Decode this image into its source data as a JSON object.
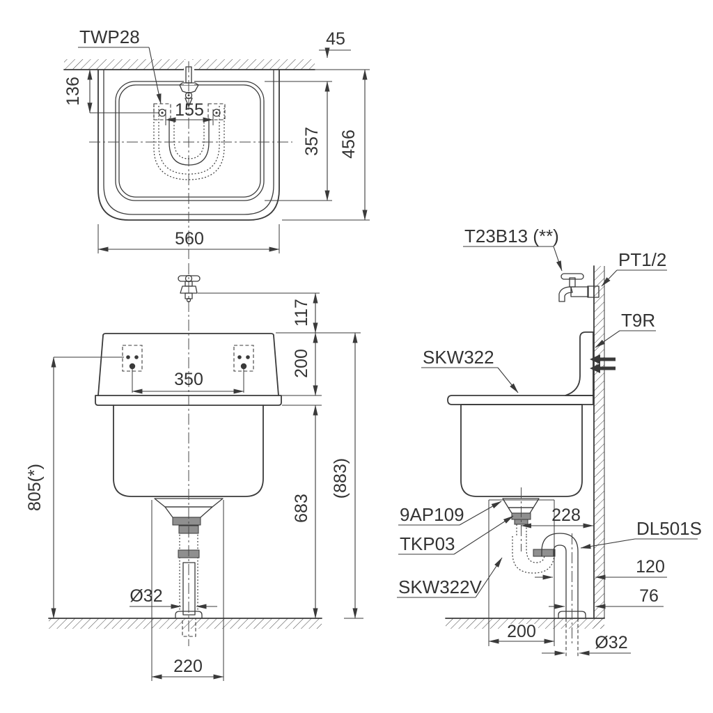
{
  "colors": {
    "line": "#3a3a3a",
    "text": "#333333",
    "background": "#ffffff"
  },
  "plan_view": {
    "label_faucet_model": "TWP28",
    "dim_wall_thickness": "45",
    "dim_hole_offset": "136",
    "dim_hole_spacing": "155",
    "dim_basin_depth": "357",
    "dim_overall_depth": "456",
    "dim_overall_width": "560"
  },
  "front_view": {
    "dim_spout_height": "117",
    "dim_top_to_rim": "200",
    "dim_bracket_spacing": "350",
    "dim_mount_height": "805(*)",
    "dim_rim_to_floor": "683",
    "dim_overall_height": "(883)",
    "dim_drain_diameter": "Ø32",
    "dim_cover_width": "220"
  },
  "side_view": {
    "label_faucet": "T23B13 (**)",
    "label_supply": "PT1/2",
    "label_backsplash_seal": "T9R",
    "label_sink_model": "SKW322",
    "label_drain_fitting": "9AP109",
    "label_tailpipe": "TKP03",
    "label_pipe_cover": "SKW322V",
    "label_trap": "DL501S",
    "dim_drain_to_wall": "228",
    "dim_cover_to_wall": "120",
    "dim_pipe_to_wall": "76",
    "dim_cover_depth": "200",
    "dim_pipe_diameter": "Ø32"
  }
}
